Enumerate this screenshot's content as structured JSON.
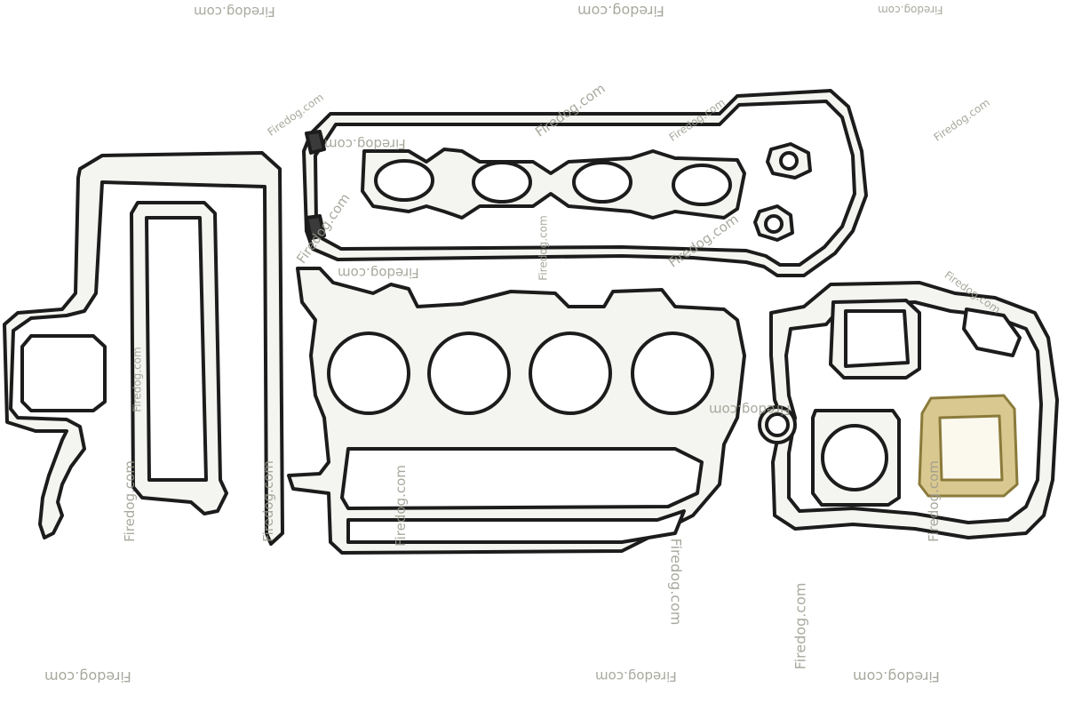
{
  "image": {
    "description_subject": "gasket-kit-photo",
    "background": "#ffffff",
    "gasket_color": "#1e1e1e",
    "gasket_fill": "#f2f2ee",
    "brown_gasket_color": "#8a7a3a",
    "brown_gasket_fill": "#d9c88f"
  },
  "watermarks": [
    "Firedog.com",
    "Firedog.com",
    "Firedog.com",
    "Firedog.com",
    "Firedog.com",
    "Firedog.com",
    "Firedog.com",
    "Firedog.com",
    "Firedog.com",
    "Firedog.com",
    "Firedog.com",
    "Firedog.com",
    "Firedog.com",
    "Firedog.com",
    "Firedog.com",
    "Firedog.com",
    "Firedog.com",
    "Firedog.com",
    "Firedog.com",
    "Firedog.com",
    "Firedog.com",
    "Firedog.com",
    "Firedog.com"
  ]
}
